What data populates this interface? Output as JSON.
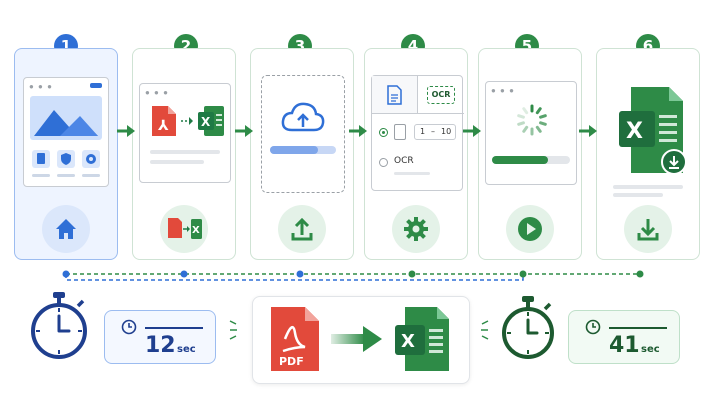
{
  "steps": [
    {
      "number": "1",
      "icon": "home-icon"
    },
    {
      "number": "2",
      "icon": "pdf-to-excel-icon"
    },
    {
      "number": "3",
      "icon": "upload-icon"
    },
    {
      "number": "4",
      "icon": "gear-icon"
    },
    {
      "number": "5",
      "icon": "play-icon"
    },
    {
      "number": "6",
      "icon": "download-icon"
    }
  ],
  "step4": {
    "ocr_badge": "OCR",
    "page_from": "1",
    "page_to": "10",
    "ocr_option": "OCR"
  },
  "bottom": {
    "left_time": {
      "value": "12",
      "unit": "sec"
    },
    "right_time": {
      "value": "41",
      "unit": "sec"
    },
    "pdf_label": "PDF"
  },
  "colors": {
    "blue": "#2f6fd6",
    "green": "#2e8b47",
    "pdf_red": "#e24a3b",
    "excel_green": "#1f7a45"
  }
}
